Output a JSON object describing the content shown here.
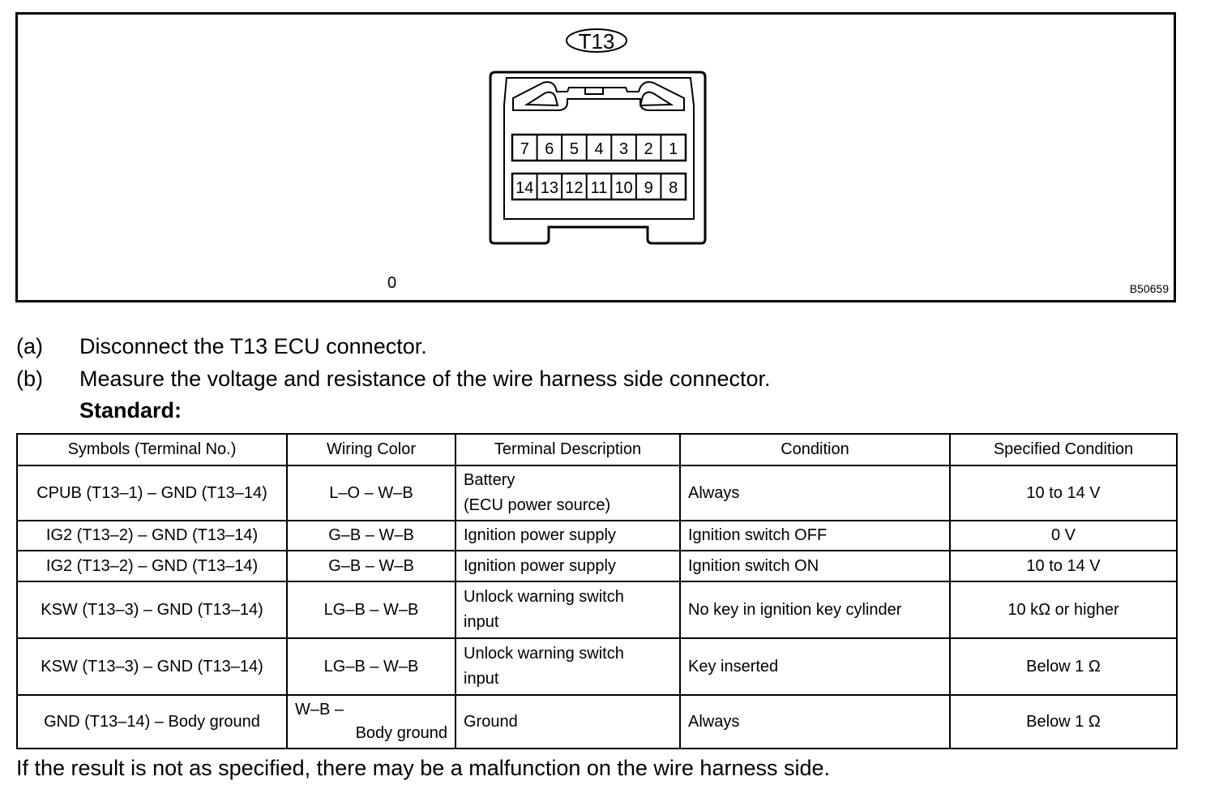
{
  "figure": {
    "connector_label": "T13",
    "pins_top": [
      "7",
      "6",
      "5",
      "4",
      "3",
      "2",
      "1"
    ],
    "pins_bottom": [
      "14",
      "13",
      "12",
      "11",
      "10",
      "9",
      "8"
    ],
    "zero_mark": "0",
    "figure_code": "B50659"
  },
  "steps": [
    {
      "label": "(a)",
      "text": "Disconnect the T13 ECU connector."
    },
    {
      "label": "(b)",
      "text": "Measure the voltage and resistance of the wire harness side connector."
    }
  ],
  "standard_label": "Standard:",
  "table": {
    "headers": [
      "Symbols (Terminal No.)",
      "Wiring Color",
      "Terminal Description",
      "Condition",
      "Specified Condition"
    ],
    "rows": [
      {
        "symbols": "CPUB (T13–1) – GND (T13–14)",
        "color": "L–O – W–B",
        "desc_line1": "Battery",
        "desc_line2": "(ECU power source)",
        "condition": "Always",
        "spec": "10 to 14 V"
      },
      {
        "symbols": "IG2 (T13–2) – GND (T13–14)",
        "color": "G–B – W–B",
        "desc_line1": "Ignition power supply",
        "condition": "Ignition switch OFF",
        "spec": "0 V"
      },
      {
        "symbols": "IG2 (T13–2) – GND (T13–14)",
        "color": "G–B – W–B",
        "desc_line1": "Ignition power supply",
        "condition": "Ignition switch ON",
        "spec": "10 to 14 V"
      },
      {
        "symbols": "KSW (T13–3) – GND (T13–14)",
        "color": "LG–B – W–B",
        "desc_line1": "Unlock warning switch",
        "desc_line2": "input",
        "condition": "No key in ignition key cylinder",
        "spec": "10 kΩ or higher"
      },
      {
        "symbols": "KSW (T13–3) – GND (T13–14)",
        "color": "LG–B – W–B",
        "desc_line1": "Unlock warning switch",
        "desc_line2": "input",
        "condition": "Key inserted",
        "spec": "Below 1 Ω"
      },
      {
        "symbols": "GND (T13–14) – Body ground",
        "color_line1": "W–B –",
        "color_line2": "Body ground",
        "desc_line1": "Ground",
        "condition": "Always",
        "spec": "Below 1 Ω"
      }
    ]
  },
  "footer": "If the result is not as specified, there may be a malfunction on the wire harness side."
}
